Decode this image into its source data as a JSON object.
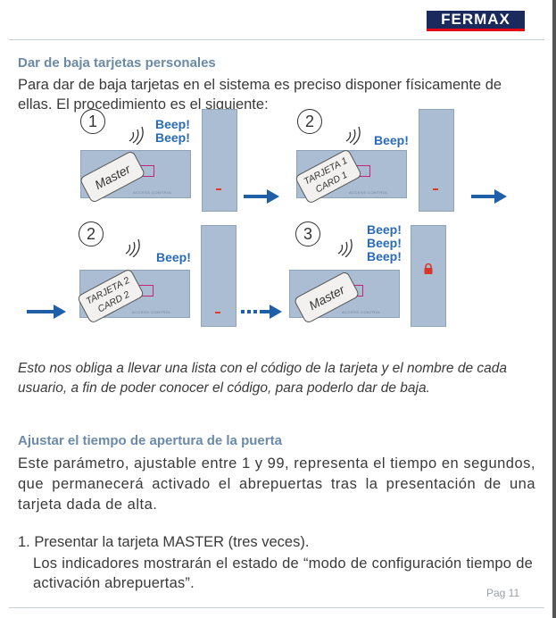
{
  "header": {
    "logo_text": "FERMAX"
  },
  "section1": {
    "title": "Dar de baja tarjetas personales",
    "intro": "Para dar de baja tarjetas en el sistema es preciso disponer físicamente de ellas. El procedimiento es el siguiente:"
  },
  "diagram": {
    "steps": [
      {
        "number": "1",
        "beeps": [
          "Beep!",
          "Beep!"
        ],
        "card_lines": [
          "Master"
        ]
      },
      {
        "number": "2",
        "beeps": [
          "Beep!"
        ],
        "card_lines": [
          "TARJETA 1",
          "CARD 1"
        ]
      },
      {
        "number": "2",
        "beeps": [
          "Beep!"
        ],
        "card_lines": [
          "TARJETA 2",
          "CARD 2"
        ]
      },
      {
        "number": "3",
        "beeps": [
          "Beep!",
          "Beep!",
          "Beep!"
        ],
        "card_lines": [
          "Master"
        ]
      }
    ],
    "panel_text": "ACCESS CONTROL",
    "colors": {
      "panel": "#aabdd2",
      "arrow": "#1f5fa8",
      "beep": "#2a6bb5",
      "led": "#e53a2b",
      "lock": "#d9342b"
    }
  },
  "note": "Esto nos obliga a llevar una lista con el código de la tarjeta y el nombre de cada usuario, a fin de poder conocer el código, para poderlo dar de baja.",
  "section2": {
    "title": "Ajustar el tiempo de apertura de la puerta",
    "intro": "Este parámetro, ajustable entre 1 y 99, representa el tiempo en segundos, que permanecerá activado el abrepuertas tras la presentación de una tarjeta dada de alta.",
    "step1_title": "1. Presentar la tarjeta MASTER (tres veces).",
    "step1_detail": "Los indicadores mostrarán el estado de “modo de configuración tiempo de activación abrepuertas”."
  },
  "footer": {
    "page": "Pag 11"
  }
}
